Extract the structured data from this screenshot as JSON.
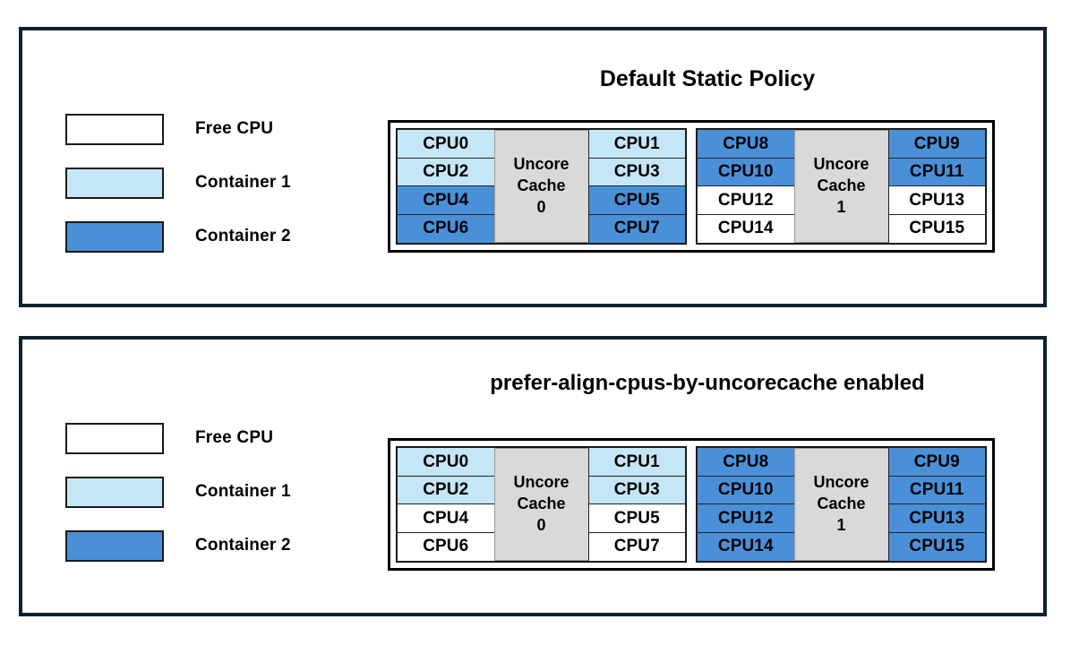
{
  "colors": {
    "panel_border": "#0c2231",
    "free_cpu": "#ffffff",
    "container1": "#c5e6f6",
    "container2": "#4a90d9",
    "uncore_cache": "#d9d9d9",
    "text": "#000000"
  },
  "panels": [
    {
      "id": "default-static-policy",
      "title": "Default Static Policy",
      "legend": [
        {
          "label": "Free CPU",
          "state": "free"
        },
        {
          "label": "Container 1",
          "state": "container1"
        },
        {
          "label": "Container 2",
          "state": "container2"
        }
      ],
      "cache_groups": [
        {
          "cache_label_line1": "Uncore",
          "cache_label_line2": "Cache",
          "cache_label_line3": "0",
          "left_column": [
            {
              "label": "CPU0",
              "state": "container1"
            },
            {
              "label": "CPU2",
              "state": "container1"
            },
            {
              "label": "CPU4",
              "state": "container2"
            },
            {
              "label": "CPU6",
              "state": "container2"
            }
          ],
          "right_column": [
            {
              "label": "CPU1",
              "state": "container1"
            },
            {
              "label": "CPU3",
              "state": "container1"
            },
            {
              "label": "CPU5",
              "state": "container2"
            },
            {
              "label": "CPU7",
              "state": "container2"
            }
          ]
        },
        {
          "cache_label_line1": "Uncore",
          "cache_label_line2": "Cache",
          "cache_label_line3": "1",
          "left_column": [
            {
              "label": "CPU8",
              "state": "container2"
            },
            {
              "label": "CPU10",
              "state": "container2"
            },
            {
              "label": "CPU12",
              "state": "free"
            },
            {
              "label": "CPU14",
              "state": "free"
            }
          ],
          "right_column": [
            {
              "label": "CPU9",
              "state": "container2"
            },
            {
              "label": "CPU11",
              "state": "container2"
            },
            {
              "label": "CPU13",
              "state": "free"
            },
            {
              "label": "CPU15",
              "state": "free"
            }
          ]
        }
      ]
    },
    {
      "id": "prefer-align-cpus-by-uncorecache-enabled",
      "title": "prefer-align-cpus-by-uncorecache enabled",
      "legend": [
        {
          "label": "Free CPU",
          "state": "free"
        },
        {
          "label": "Container 1",
          "state": "container1"
        },
        {
          "label": "Container 2",
          "state": "container2"
        }
      ],
      "cache_groups": [
        {
          "cache_label_line1": "Uncore",
          "cache_label_line2": "Cache",
          "cache_label_line3": "0",
          "left_column": [
            {
              "label": "CPU0",
              "state": "container1"
            },
            {
              "label": "CPU2",
              "state": "container1"
            },
            {
              "label": "CPU4",
              "state": "free"
            },
            {
              "label": "CPU6",
              "state": "free"
            }
          ],
          "right_column": [
            {
              "label": "CPU1",
              "state": "container1"
            },
            {
              "label": "CPU3",
              "state": "container1"
            },
            {
              "label": "CPU5",
              "state": "free"
            },
            {
              "label": "CPU7",
              "state": "free"
            }
          ]
        },
        {
          "cache_label_line1": "Uncore",
          "cache_label_line2": "Cache",
          "cache_label_line3": "1",
          "left_column": [
            {
              "label": "CPU8",
              "state": "container2"
            },
            {
              "label": "CPU10",
              "state": "container2"
            },
            {
              "label": "CPU12",
              "state": "container2"
            },
            {
              "label": "CPU14",
              "state": "container2"
            }
          ],
          "right_column": [
            {
              "label": "CPU9",
              "state": "container2"
            },
            {
              "label": "CPU11",
              "state": "container2"
            },
            {
              "label": "CPU13",
              "state": "container2"
            },
            {
              "label": "CPU15",
              "state": "container2"
            }
          ]
        }
      ]
    }
  ]
}
